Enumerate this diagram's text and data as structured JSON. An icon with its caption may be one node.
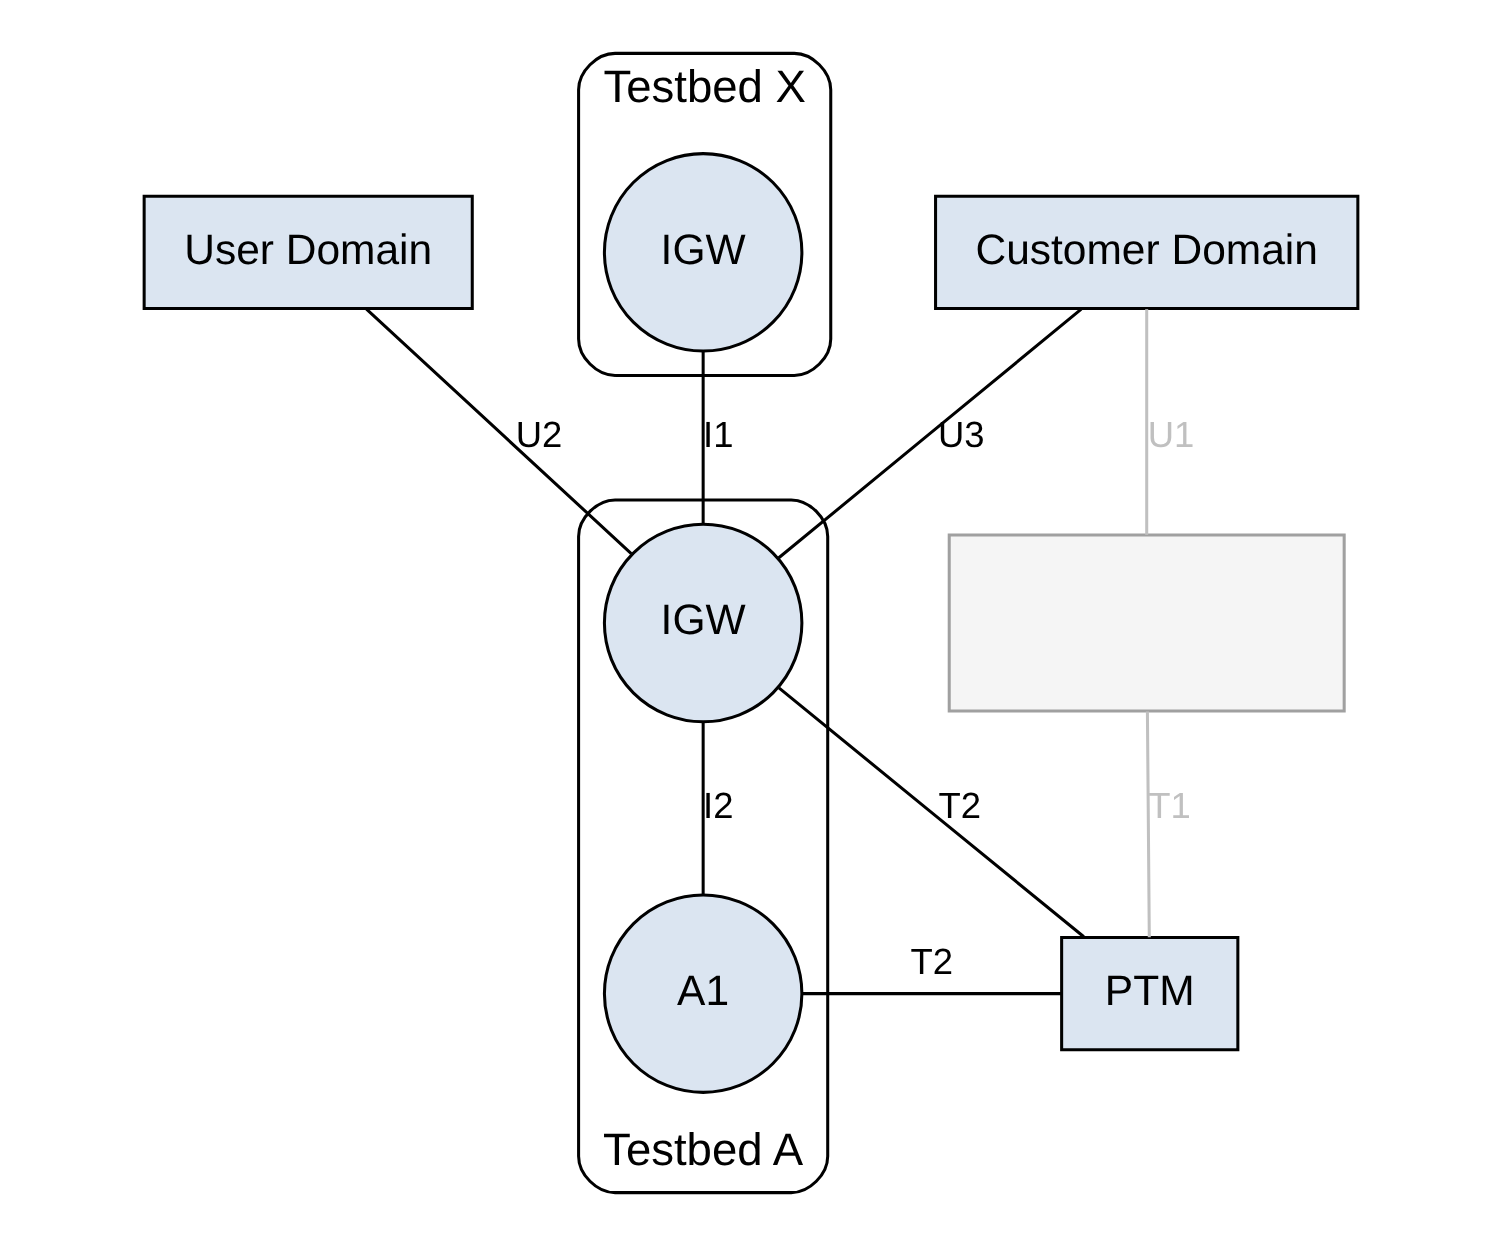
{
  "diagram": {
    "nodes": [
      {
        "text": [],
        "shape": "box"
      },
      {
        "text": [
          "User Domain"
        ]
      },
      {
        "text": [
          "Customer Domain"
        ]
      },
      {
        "text": [
          "PTM"
        ]
      },
      {
        "text": [
          "Testbed X"
        ]
      },
      {
        "text": [
          "IGW"
        ],
        "in": 4
      },
      {
        "text": [
          "Testbed A"
        ]
      },
      {
        "text": [
          "IGW"
        ],
        "in": 6
      },
      {
        "text": [
          "A1"
        ],
        "in": 6
      }
    ],
    "edges": [
      {
        "from": 2,
        "to": 0,
        "arrow": "none",
        "label": "U1",
        "color": "#c0c0c0"
      },
      {
        "from": 0,
        "to": 3,
        "arrow": "none",
        "label": "T1",
        "color": "#c0c0c0"
      },
      {
        "from": 1,
        "to": 7,
        "arrow": "none",
        "label": "U2"
      },
      {
        "from": 2,
        "to": 7,
        "arrow": "none",
        "label": "U3"
      },
      {
        "from": 7,
        "to": 3,
        "arrow": "none",
        "label": "T2"
      },
      {
        "from": 3,
        "to": 8,
        "arrow": "none",
        "label": "T2"
      },
      {
        "from": 5,
        "to": 7,
        "arrow": "none",
        "label": "I1"
      },
      {
        "from": 7,
        "to": 8,
        "arrow": "none",
        "label": "I2"
      }
    ]
  }
}
